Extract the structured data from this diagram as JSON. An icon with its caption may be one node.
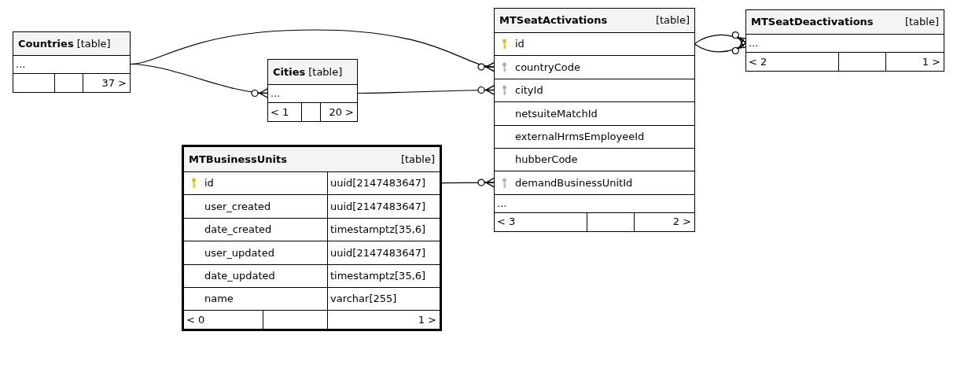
{
  "diagram": {
    "nodes": [
      {
        "text": [
          "Countries",
          "[table]"
        ]
      },
      {
        "text": [
          "..."
        ],
        "in": 0
      },
      {
        "text": [
          "37 >"
        ],
        "in": 0
      },
      {
        "text": [
          "MTSeatActivations",
          "[table]"
        ]
      },
      {
        "text": [
          "id"
        ],
        "in": 3
      },
      {
        "text": [
          "countryCode"
        ],
        "in": 3
      },
      {
        "text": [
          "cityId"
        ],
        "in": 3
      },
      {
        "text": [
          "netsuiteMatchId"
        ],
        "in": 3
      },
      {
        "text": [
          "externalHrmsEmployeeId"
        ],
        "in": 3
      },
      {
        "text": [
          "hubberCode"
        ],
        "in": 3
      },
      {
        "text": [
          "demandBusinessUnitId"
        ],
        "in": 3
      },
      {
        "text": [
          "..."
        ],
        "in": 3
      },
      {
        "text": [
          "< 3",
          "2 >"
        ],
        "in": 3
      },
      {
        "text": [
          "MTSeatDeactivations",
          "[table]"
        ]
      },
      {
        "text": [
          "..."
        ],
        "in": 13
      },
      {
        "text": [
          "< 2",
          "1 >"
        ],
        "in": 13
      },
      {
        "text": [
          "Cities",
          "[table]"
        ]
      },
      {
        "text": [
          "..."
        ],
        "in": 16
      },
      {
        "text": [
          "< 1",
          "20 >"
        ],
        "in": 16
      },
      {
        "text": [
          "MTBusinessUnits",
          "[table]"
        ]
      },
      {
        "text": [
          "id",
          "uuid[2147483647]"
        ],
        "in": 19
      },
      {
        "text": [
          "user_created",
          "uuid[2147483647]"
        ],
        "in": 19
      },
      {
        "text": [
          "date_created",
          "timestamptz[35,6]"
        ],
        "in": 19
      },
      {
        "text": [
          "user_updated",
          "uuid[2147483647]"
        ],
        "in": 19
      },
      {
        "text": [
          "date_updated",
          "timestamptz[35,6]"
        ],
        "in": 19
      },
      {
        "text": [
          "name",
          "varchar[255]"
        ],
        "in": 19
      },
      {
        "text": [
          "< 0",
          "1 >"
        ],
        "in": 19
      }
    ],
    "edges": [
      {
        "from": 1,
        "to": 5,
        "arrow": "other"
      },
      {
        "from": 1,
        "to": 17,
        "arrow": "other"
      },
      {
        "from": 17,
        "to": 6,
        "arrow": "other"
      },
      {
        "from": 20,
        "to": 10,
        "arrow": "other"
      },
      {
        "from": 4,
        "to": 14,
        "arrow": "other"
      },
      {
        "from": 4,
        "to": 14,
        "arrow": "other"
      }
    ]
  }
}
